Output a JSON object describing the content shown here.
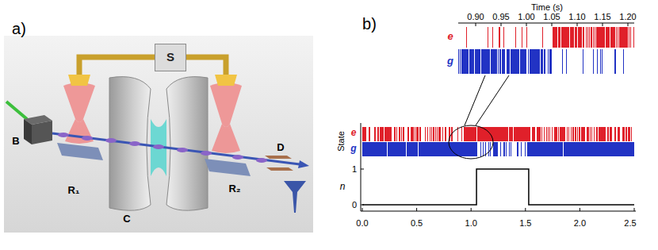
{
  "diagram": {
    "nodes": [
      {
        "text": [
          "S"
        ]
      }
    ],
    "labels": [
      "a)",
      "b)",
      "B",
      "R₁",
      "C",
      "R₂",
      "D",
      "Time (s)",
      "0.90",
      "0.95",
      "1.00",
      "1.05",
      "1.10",
      "1.15",
      "1.20",
      "e",
      "g",
      "e",
      "g",
      "State",
      "n",
      "1",
      "0",
      "0.0",
      "0.5",
      "1.0",
      "1.5",
      "2.0",
      "2.5"
    ]
  }
}
